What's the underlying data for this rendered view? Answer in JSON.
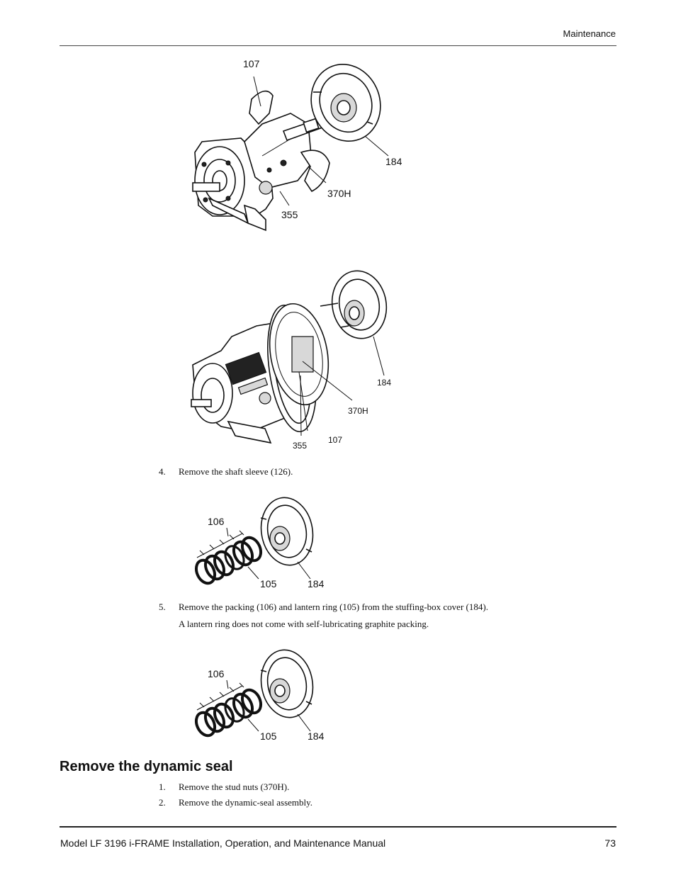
{
  "header": {
    "section": "Maintenance"
  },
  "figures": {
    "fig1": {
      "labels": [
        "107",
        "184",
        "370H",
        "355"
      ]
    },
    "fig2": {
      "labels": [
        "184",
        "370H",
        "355",
        "107"
      ]
    },
    "fig3": {
      "labels": [
        "106",
        "105",
        "184"
      ]
    },
    "fig4": {
      "labels": [
        "106",
        "105",
        "184"
      ]
    }
  },
  "steps_a": [
    {
      "num": "4.",
      "text": "Remove the shaft sleeve (126)."
    },
    {
      "num": "5.",
      "text": "Remove the packing (106) and lantern ring (105) from the stuffing-box cover (184).",
      "note": "A lantern ring does not come with self-lubricating graphite packing."
    }
  ],
  "section": {
    "title": "Remove the dynamic seal",
    "steps": [
      {
        "num": "1.",
        "text": "Remove the stud nuts (370H)."
      },
      {
        "num": "2.",
        "text": "Remove the dynamic-seal assembly."
      }
    ]
  },
  "footer": {
    "title": "Model LF 3196 i-FRAME Installation, Operation, and Maintenance Manual",
    "page": "73"
  }
}
